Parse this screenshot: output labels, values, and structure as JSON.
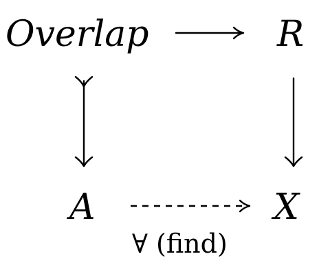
{
  "diagram": {
    "nodes": {
      "top_left": "Overlap",
      "top_right": "R",
      "bottom_left": "A",
      "bottom_right": "X"
    },
    "arrows": {
      "bottom": {
        "label": "∀ (find)",
        "style": "dashed"
      }
    }
  }
}
